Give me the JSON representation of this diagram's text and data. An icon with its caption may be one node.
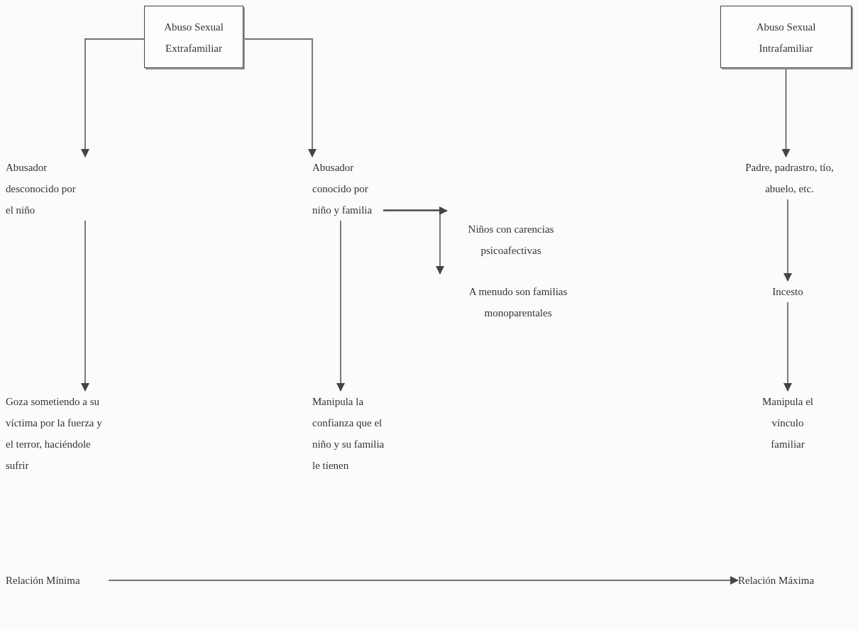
{
  "diagram": {
    "nodes": [
      {
        "text": [
          "Abuso Sexual Extrafamiliar"
        ]
      },
      {
        "text": [
          "Abuso Sexual Intrafamiliar"
        ]
      },
      {
        "text": [
          "Abusador desconocido por el niño"
        ]
      },
      {
        "text": [
          "Abusador conocido por niño y familia"
        ]
      },
      {
        "text": [
          "Niños con carencias psicoafectivas"
        ]
      },
      {
        "text": [
          "A menudo son familias monoparentales"
        ]
      },
      {
        "text": [
          "Padre, padrastro, tío, abuelo, etc."
        ]
      },
      {
        "text": [
          "Goza sometiendo a su víctima por la fuerza y el terror, haciéndole sufrir"
        ]
      },
      {
        "text": [
          "Manipula la confianza que el niño y su familia le tienen"
        ]
      },
      {
        "text": [
          "Incesto"
        ]
      },
      {
        "text": [
          "Manipula el vínculo familiar"
        ]
      },
      {
        "text": [
          "Relación Mínima"
        ]
      },
      {
        "text": [
          "Relación Máxima"
        ]
      }
    ],
    "edges": [
      {
        "from": 0,
        "to": 2,
        "arrow": "to"
      },
      {
        "from": 0,
        "to": 3,
        "arrow": "to"
      },
      {
        "from": 1,
        "to": 6,
        "arrow": "to"
      },
      {
        "from": 3,
        "to": 4,
        "arrow": "to"
      },
      {
        "from": 3,
        "to": 5,
        "arrow": "to"
      },
      {
        "from": 2,
        "to": 7,
        "arrow": "to"
      },
      {
        "from": 3,
        "to": 8,
        "arrow": "to"
      },
      {
        "from": 6,
        "to": 9,
        "arrow": "to"
      },
      {
        "from": 9,
        "to": 10,
        "arrow": "to"
      },
      {
        "from": 11,
        "to": 12,
        "arrow": "to"
      }
    ]
  }
}
